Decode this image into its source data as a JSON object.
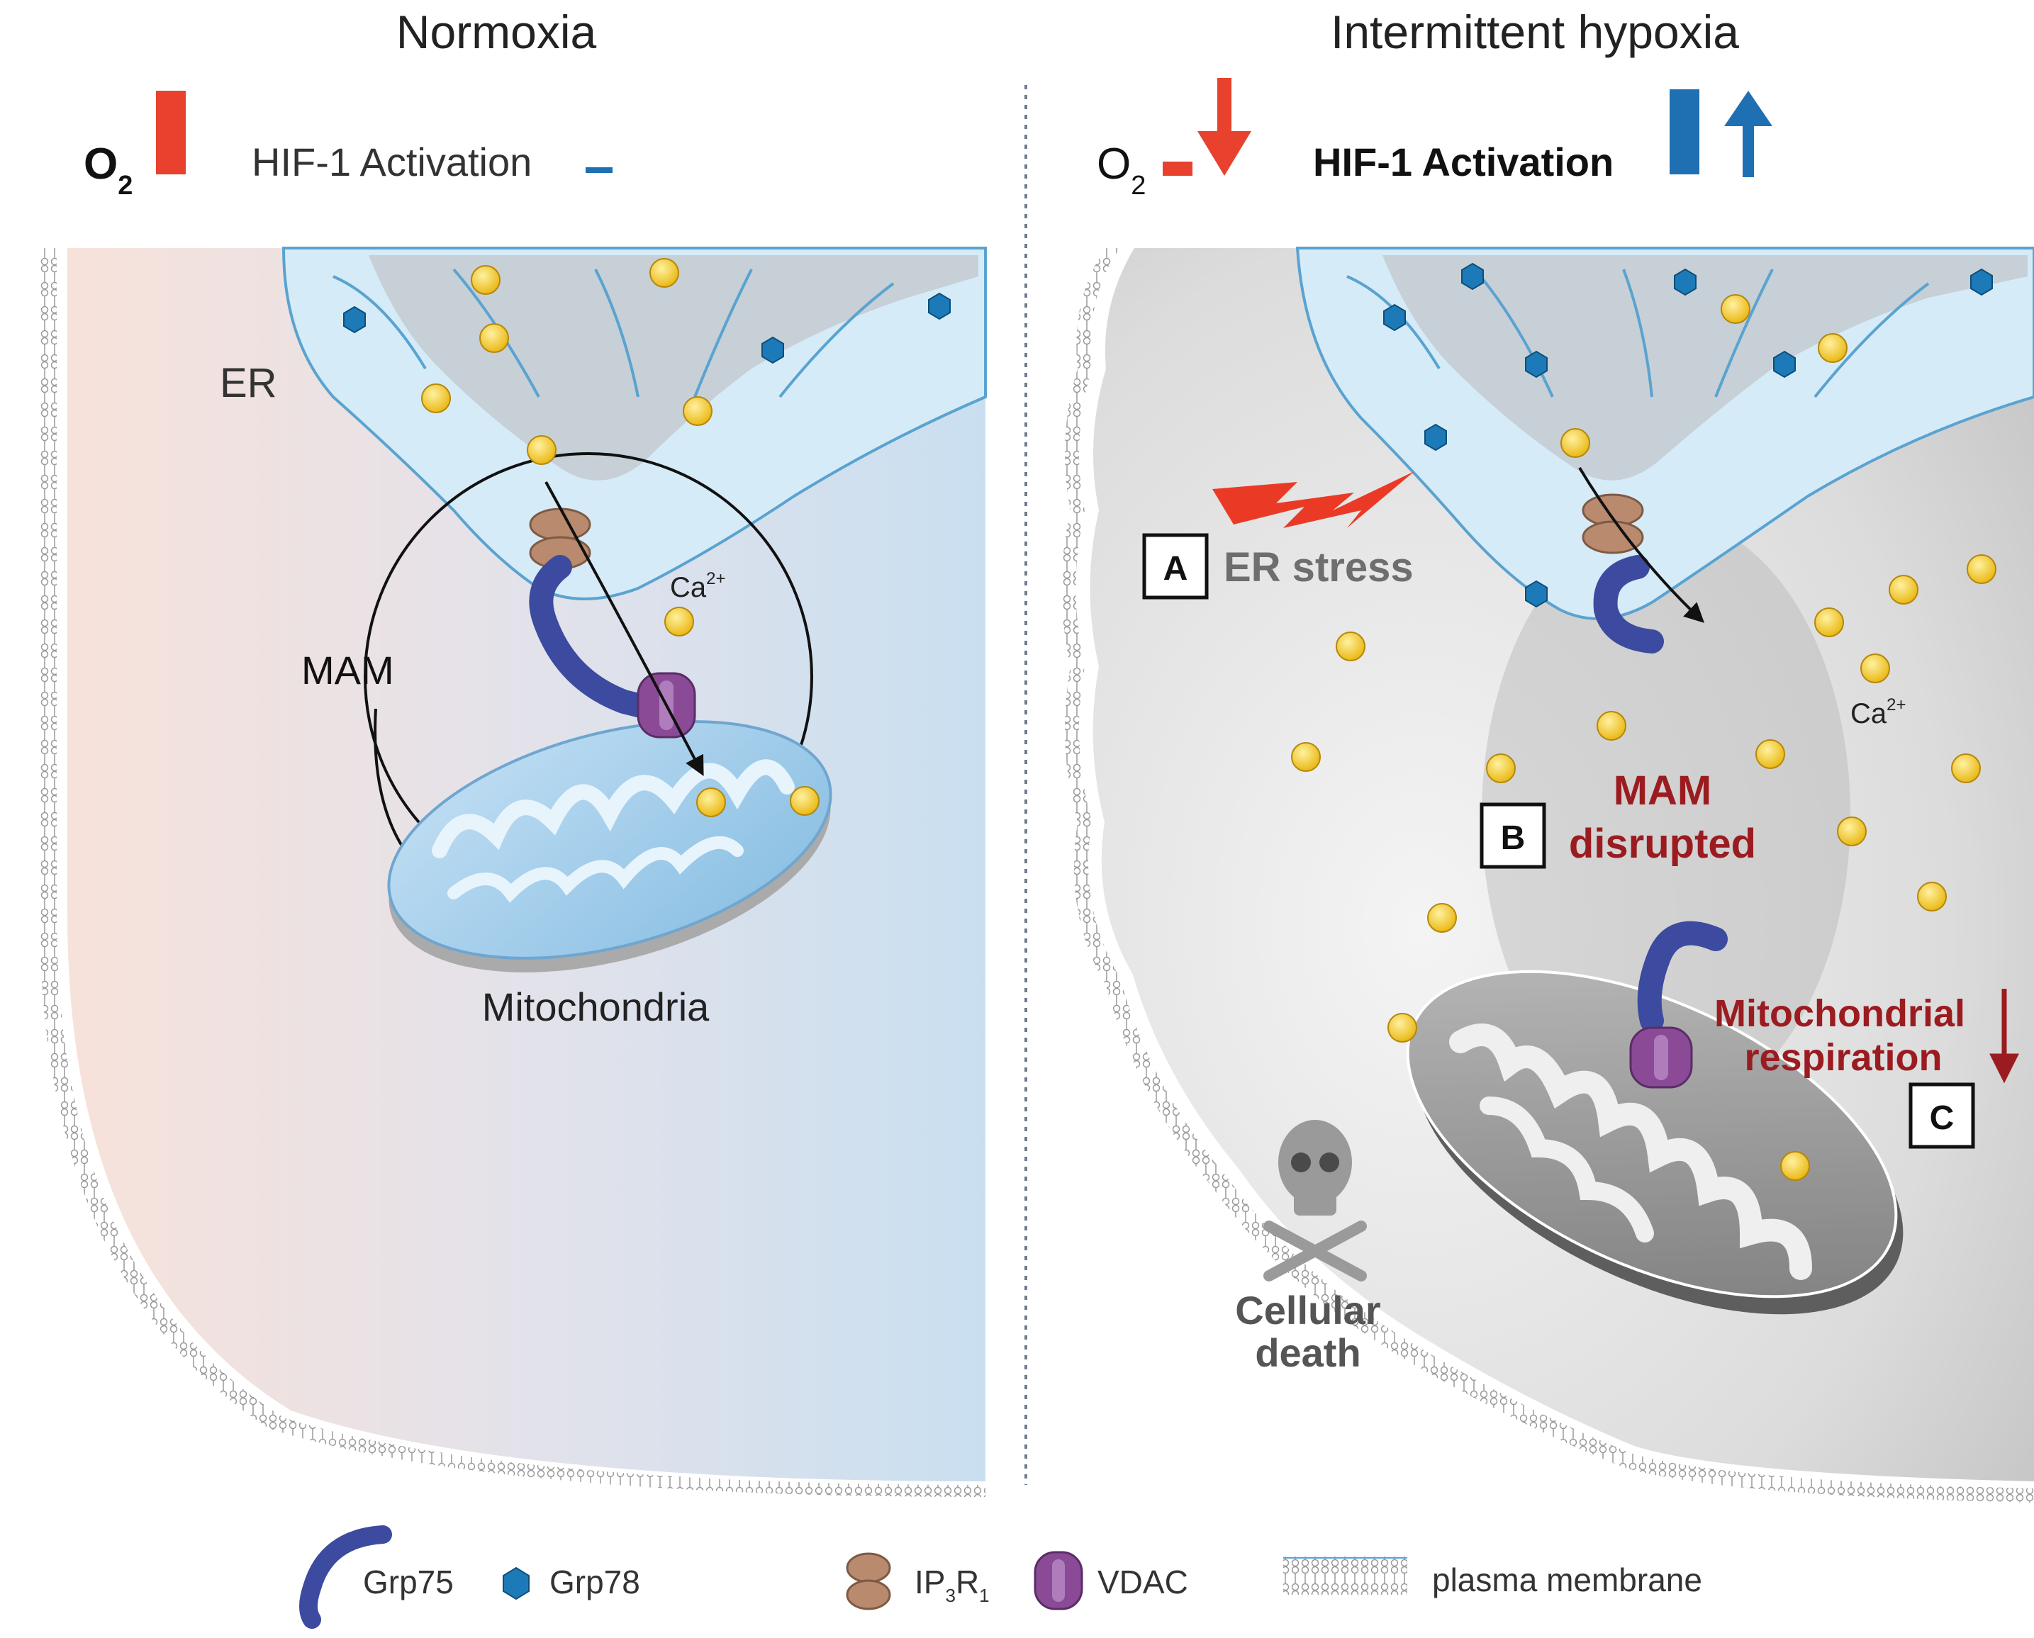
{
  "left_panel": {
    "title": "Normoxia",
    "o2_symbol": "O",
    "o2_subscript": "2",
    "hif_label": "HIF-1 Activation",
    "er_label": "ER",
    "mam_label": "MAM",
    "calcium_label": "Ca",
    "calcium_charge": "2+",
    "mitochondria_label": "Mitochondria"
  },
  "right_panel": {
    "title": "Intermittent hypoxia",
    "o2_symbol": "O",
    "o2_subscript": "2",
    "hif_label": "HIF-1 Activation",
    "box_a": "A",
    "er_stress_label": "ER stress",
    "calcium_label": "Ca",
    "calcium_charge": "2+",
    "box_b": "B",
    "mam_disrupted_line1": "MAM",
    "mam_disrupted_line2": "disrupted",
    "respiration_line1": "Mitochondrial",
    "respiration_line2": "respiration",
    "box_c": "C",
    "death_line1": "Cellular",
    "death_line2": "death"
  },
  "legend": {
    "grp75": "Grp75",
    "grp78": "Grp78",
    "ip3r1_main": "IP",
    "ip3r1_sub1": "3",
    "ip3r1_r": "R",
    "ip3r1_sub2": "1",
    "vdac": "VDAC",
    "membrane": "plasma membrane"
  },
  "colors": {
    "o2_red": "#e8412e",
    "hif_blue": "#1f6fb3",
    "er_fill": "#d6ebf8",
    "er_stroke": "#5aa3d0",
    "calcium_fill": "#f5c518",
    "grp78_fill": "#1d7ab8",
    "grp75_fill": "#3c4aa0",
    "ip3r_fill": "#b98a6e",
    "vdac_fill": "#8a4a96",
    "dark_red_text": "#9b1c20",
    "gray_text": "#6e6e6e"
  }
}
